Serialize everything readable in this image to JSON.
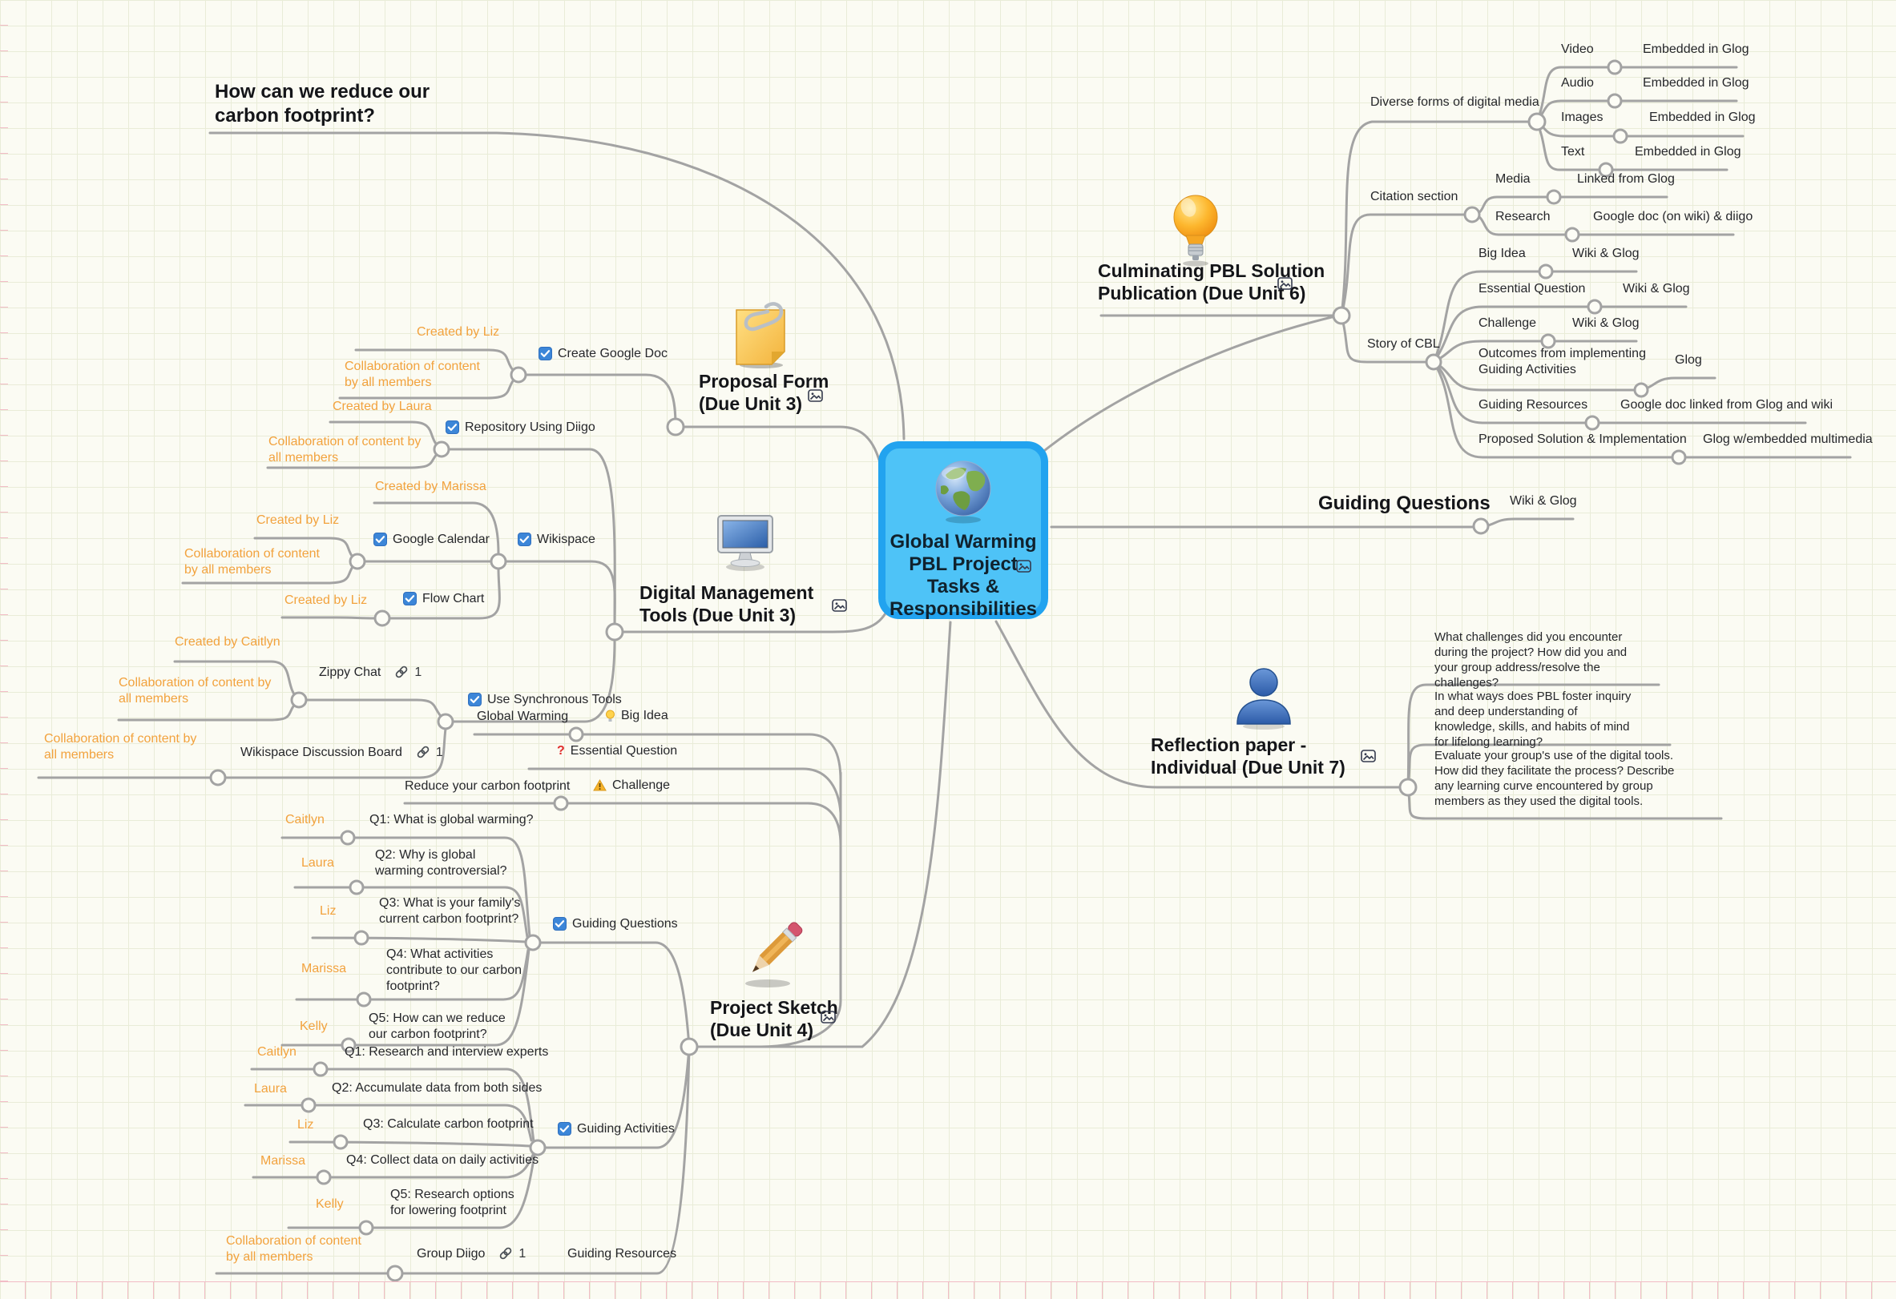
{
  "central": {
    "title": "Global Warming PBL Project Tasks & Responsibilities"
  },
  "floating_question": {
    "text": "How can we reduce our carbon footprint?"
  },
  "credits": {
    "liz": "Created by Liz",
    "laura": "Created by Laura",
    "marissa": "Created by Marissa",
    "caitlyn": "Created by Caitlyn",
    "collaboration": "Collaboration of content by all members"
  },
  "proposal": {
    "title": "Proposal Form (Due Unit 3)",
    "create_google_doc": "Create Google Doc"
  },
  "digital_tools": {
    "title": "Digital Management Tools (Due Unit 3)",
    "repository": "Repository Using Diigo",
    "wikispace": "Wikispace",
    "google_calendar": "Google Calendar",
    "flow_chart": "Flow Chart",
    "use_synchronous": "Use Synchronous Tools",
    "zippy_chat": {
      "label": "Zippy Chat",
      "link_count": "1"
    },
    "wikispace_board": {
      "label": "Wikispace Discussion Board",
      "link_count": "1"
    }
  },
  "project_sketch": {
    "title": "Project Sketch (Due Unit 4)",
    "big_idea": {
      "label": "Big Idea",
      "value": "Global Warming"
    },
    "essential_question": {
      "label": "Essential Question"
    },
    "challenge": {
      "label": "Challenge",
      "value": "Reduce your carbon footprint"
    },
    "guiding_questions": {
      "label": "Guiding Questions",
      "items": [
        {
          "owner": "Caitlyn",
          "text": "Q1: What is global warming?"
        },
        {
          "owner": "Laura",
          "text": "Q2: Why is global warming controversial?"
        },
        {
          "owner": "Liz",
          "text": "Q3: What is your family's current carbon footprint?"
        },
        {
          "owner": "Marissa",
          "text": "Q4: What activities contribute to our carbon footprint?"
        },
        {
          "owner": "Kelly",
          "text": "Q5: How can we reduce our carbon footprint?"
        }
      ]
    },
    "guiding_activities": {
      "label": "Guiding Activities",
      "items": [
        {
          "owner": "Caitlyn",
          "text": "Q1: Research and interview experts"
        },
        {
          "owner": "Laura",
          "text": "Q2: Accumulate data from both sides"
        },
        {
          "owner": "Liz",
          "text": "Q3: Calculate carbon footprint"
        },
        {
          "owner": "Marissa",
          "text": "Q4: Collect data on daily activities"
        },
        {
          "owner": "Kelly",
          "text": "Q5: Research options for lowering footprint"
        }
      ]
    },
    "guiding_resources": {
      "label": "Guiding Resources",
      "group_diigo": "Group Diigo",
      "link_count": "1"
    }
  },
  "culminating": {
    "title": "Culminating PBL Solution Publication (Due Unit 6)",
    "digital_media": {
      "label": "Diverse forms of digital media",
      "rows": [
        {
          "label": "Video",
          "value": "Embedded in Glog"
        },
        {
          "label": "Audio",
          "value": "Embedded in Glog"
        },
        {
          "label": "Images",
          "value": "Embedded in Glog"
        },
        {
          "label": "Text",
          "value": "Embedded in Glog"
        }
      ]
    },
    "citation": {
      "label": "Citation section",
      "rows": [
        {
          "label": "Media",
          "value": "Linked from Glog"
        },
        {
          "label": "Research",
          "value": "Google doc (on wiki) & diigo"
        }
      ]
    },
    "story": {
      "label": "Story of CBL",
      "rows": [
        {
          "label": "Big Idea",
          "value": "Wiki & Glog"
        },
        {
          "label": "Essential Question",
          "value": "Wiki & Glog"
        },
        {
          "label": "Challenge",
          "value": "Wiki & Glog"
        },
        {
          "label": "Outcomes from implementing Guiding Activities",
          "value": "Glog"
        },
        {
          "label": "Guiding Resources",
          "value": "Google doc linked from Glog and wiki"
        },
        {
          "label": "Proposed Solution & Implementation",
          "value": "Glog w/embedded multimedia"
        }
      ]
    }
  },
  "guiding_questions_branch": {
    "label": "Guiding Questions",
    "value": "Wiki & Glog"
  },
  "reflection": {
    "title": "Reflection paper - Individual (Due Unit 7)",
    "prompts": [
      "What challenges did you encounter during the project? How did you and your group address/resolve the challenges?",
      "In what ways does PBL foster inquiry and deep understanding of knowledge, skills, and habits of mind for lifelong learning?",
      "Evaluate your group's use of the digital tools. How did they facilitate the process? Describe any learning curve encountered by group members as they used the digital tools."
    ]
  },
  "colors": {
    "node_fill": "#4ec3f7",
    "node_border": "#22a3ef",
    "connector": "#a3a3a3",
    "owner_text": "#f2a23d",
    "checkbox_blue": "#3c86d8"
  }
}
